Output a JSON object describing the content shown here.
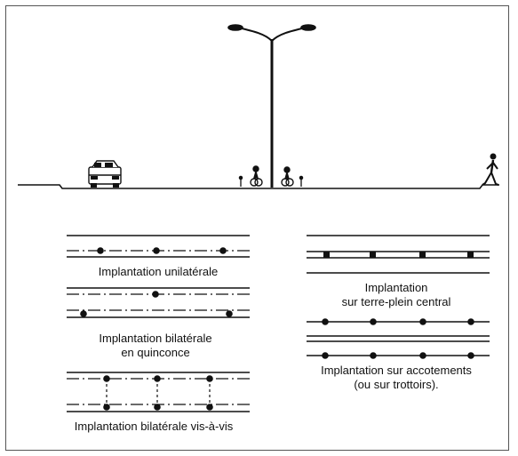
{
  "captions": {
    "unilateral": "Implantation unilatérale",
    "quincunx_line1": "Implantation bilatérale",
    "quincunx_line2": "en quinconce",
    "vis_a_vis": "Implantation bilatérale vis-à-vis",
    "median_line1": "Implantation",
    "median_line2": "sur terre-plein central",
    "shoulder_line1": "Implantation sur accotements",
    "shoulder_line2": "(ou sur trottoirs)."
  },
  "colors": {
    "ink": "#111111",
    "background": "#ffffff",
    "frame": "#555555"
  },
  "icons": [
    "street-lamp-icon",
    "car-icon",
    "pedestrian-icon",
    "bollard-icon"
  ]
}
